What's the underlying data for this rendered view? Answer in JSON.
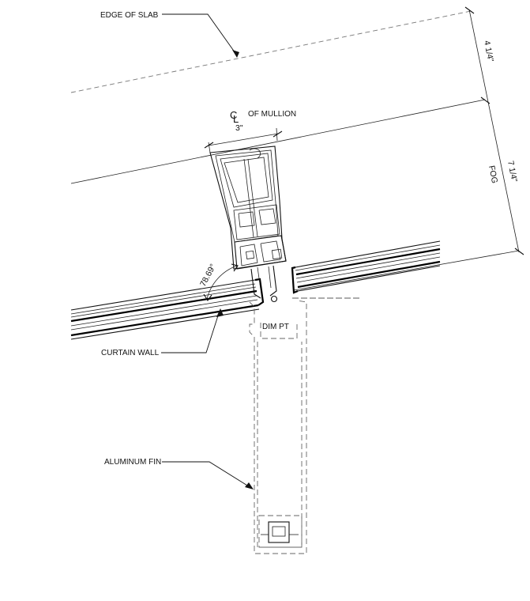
{
  "labels": {
    "edge_of_slab": "EDGE OF SLAB",
    "centerline_symbol_c": "C",
    "centerline_symbol_l": "L",
    "of_mullion": "OF MULLION",
    "curtain_wall": "CURTAIN WALL",
    "dim_pt": "DIM PT",
    "aluminum_fin": "ALUMINUM FIN"
  },
  "dimensions": {
    "mullion_width": "3\"",
    "slab_offset": "4 1/4\"",
    "fog_offset": "7 1/4\"",
    "fog_label": "FOG",
    "angle": "78.69°"
  }
}
